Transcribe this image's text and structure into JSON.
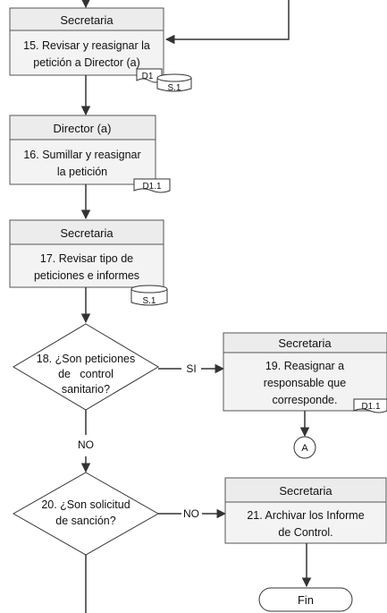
{
  "steps": {
    "s15": {
      "role": "Secretaria",
      "line1": "15. Revisar y reasignar la",
      "line2": "petición a Director (a)",
      "doc": "D1",
      "store": "S.1"
    },
    "s16": {
      "role": "Director (a)",
      "line1": "16. Sumillar y reasignar",
      "line2": "la petición",
      "doc": "D1.1"
    },
    "s17": {
      "role": "Secretaria",
      "line1": "17. Revisar  tipo de",
      "line2": "peticiones e informes",
      "store": "S.1"
    },
    "s19": {
      "role": "Secretaria",
      "line1": "19. Reasignar a",
      "line2": "responsable que",
      "line3": "corresponde.",
      "doc": "D1.1"
    },
    "s21": {
      "role": "Secretaria",
      "line1": "21. Archivar los Informe",
      "line2": "de Control."
    }
  },
  "decisions": {
    "d18": {
      "line1": "18. ¿Son peticiones",
      "line2": "de   control",
      "line3": "sanitario?",
      "yes": "SI",
      "no": "NO"
    },
    "d20": {
      "line1": "20. ¿Son solicitud",
      "line2": "de sanción?",
      "no": "NO"
    }
  },
  "connector": {
    "label": "A"
  },
  "terminator": {
    "label": "Fin"
  }
}
